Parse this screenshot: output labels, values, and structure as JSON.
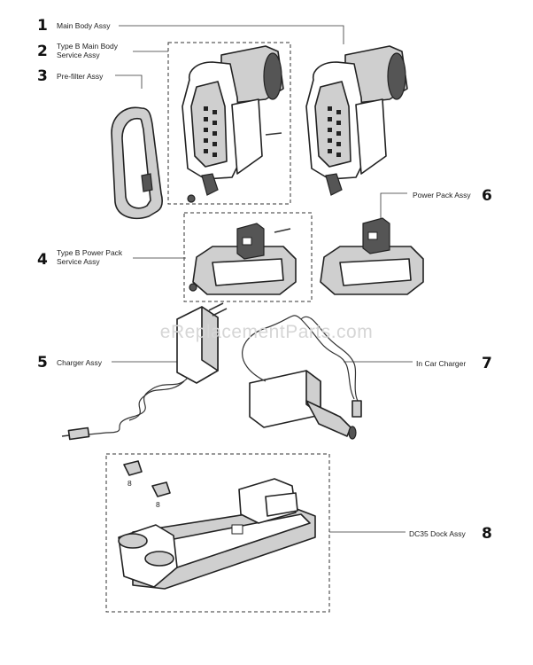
{
  "watermark": "eReplacementParts.com",
  "parts": [
    {
      "num": "1",
      "label": "Main Body Assy"
    },
    {
      "num": "2",
      "label": "Type B Main Body\nService Assy"
    },
    {
      "num": "3",
      "label": "Pre-filter Assy"
    },
    {
      "num": "4",
      "label": "Type B Power Pack\nService Assy"
    },
    {
      "num": "5",
      "label": "Charger Assy"
    },
    {
      "num": "6",
      "label": "Power Pack Assy"
    },
    {
      "num": "7",
      "label": "In Car Charger"
    },
    {
      "num": "8",
      "label": "DC35 Dock Assy"
    }
  ],
  "screw_labels": [
    "8",
    "8"
  ]
}
